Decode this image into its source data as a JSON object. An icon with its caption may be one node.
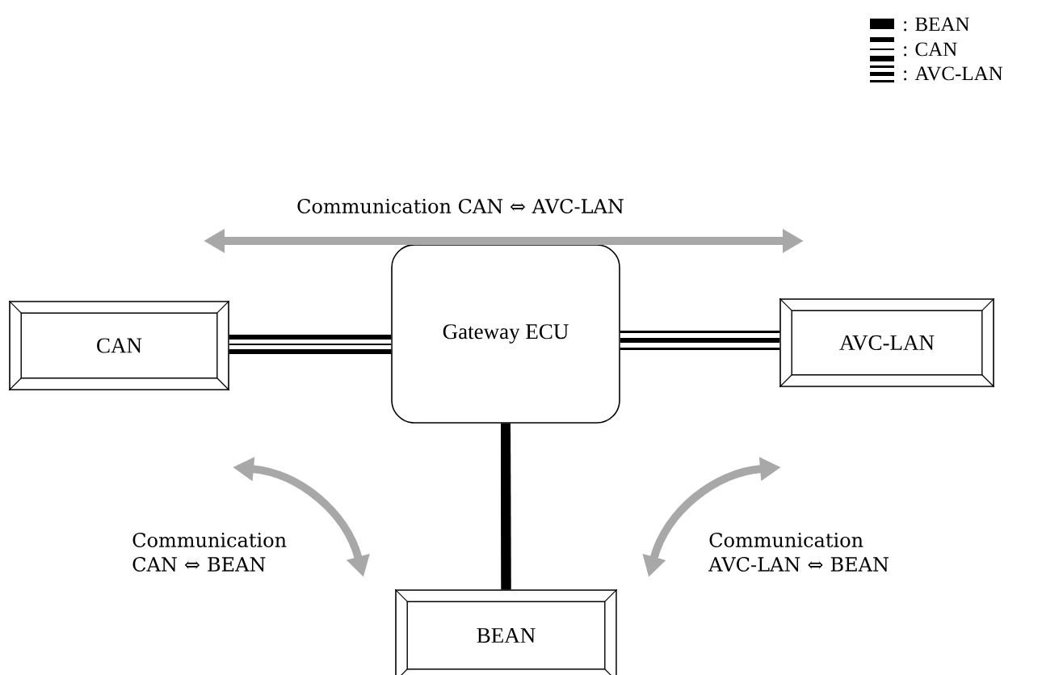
{
  "diagram": {
    "nodes": [
      {
        "text": [
          "CAN"
        ]
      },
      {
        "text": [
          "Gateway ECU"
        ]
      },
      {
        "text": [
          "AVC-LAN"
        ]
      },
      {
        "text": [
          "BEAN"
        ]
      }
    ],
    "edges": [
      {
        "from": 0,
        "to": 1,
        "arrow": "none"
      },
      {
        "from": 1,
        "to": 2,
        "arrow": "none"
      },
      {
        "from": 1,
        "to": 3,
        "arrow": "none"
      }
    ],
    "labels": [
      "Communication CAN ⇔ AVC-LAN",
      "Communication CAN ⇔ BEAN",
      "Communication AVC-LAN ⇔ BEAN"
    ],
    "legend": [
      {
        "text": ": BEAN"
      },
      {
        "text": ": CAN"
      },
      {
        "text": ": AVC-LAN"
      }
    ]
  }
}
